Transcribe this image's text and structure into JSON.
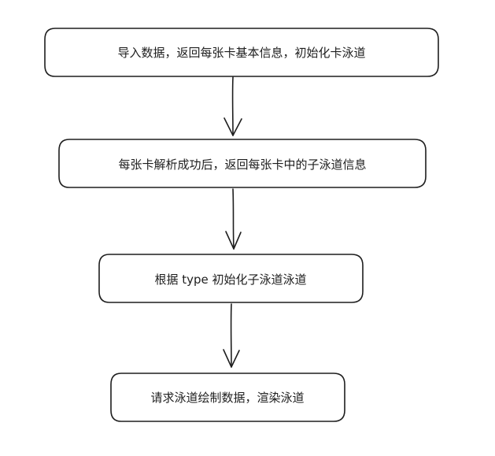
{
  "diagram": {
    "nodes": [
      {
        "id": "step-1",
        "label": "导入数据，返回每张卡基本信息，初始化卡泳道"
      },
      {
        "id": "step-2",
        "label": "每张卡解析成功后，返回每张卡中的子泳道信息"
      },
      {
        "id": "step-3",
        "label": "根据 type 初始化子泳道泳道"
      },
      {
        "id": "step-4",
        "label": "请求泳道绘制数据，渲染泳道"
      }
    ],
    "edges": [
      {
        "from": "step-1",
        "to": "step-2"
      },
      {
        "from": "step-2",
        "to": "step-3"
      },
      {
        "from": "step-3",
        "to": "step-4"
      }
    ],
    "colors": {
      "stroke": "#1e1e1e",
      "fill": "#ffffff",
      "text": "#1e1e1e"
    }
  }
}
